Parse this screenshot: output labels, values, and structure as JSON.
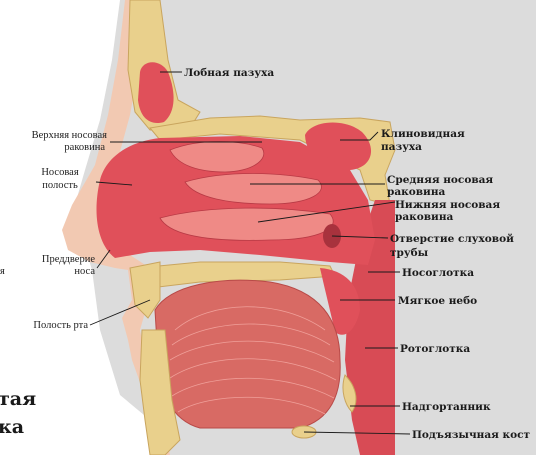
{
  "labels": {
    "frontal_sinus": "Лобная пазуха",
    "superior_concha_1": "Верхняя носовая",
    "superior_concha_2": "раковина",
    "nasal_cavity_1": "Носовая",
    "nasal_cavity_2": "полость",
    "sphenoid_sinus_1": "Клиновидная",
    "sphenoid_sinus_2": "пазуха",
    "middle_concha_1": "Средняя носовая",
    "middle_concha_2": "раковина",
    "inferior_concha_1": "Нижняя носовая",
    "inferior_concha_2": "раковина",
    "tube_opening_1": "Отверстие слуховой",
    "tube_opening_2": "трубы",
    "nasopharynx": "Носоглотка",
    "nasal_vestibule_1": "Преддверие",
    "nasal_vestibule_2": "носа",
    "soft_palate": "Мягкое небо",
    "oral_cavity": "Полость рта",
    "oropharynx": "Ротоглотка",
    "epiglottis": "Надгортанник",
    "hyoid_bone": "Подъязычная кост"
  },
  "fragments": {
    "left_edge": "я",
    "heading_1": "тая",
    "heading_2": "ка"
  },
  "colors": {
    "bone": "#e9d08c",
    "bone_edge": "#c9a55e",
    "mucosa": "#e0505a",
    "mucosa_light": "#ef8a86",
    "muscle": "#d86a64",
    "skin": "#f2c9b2",
    "background_panel": "#dcdcdc"
  }
}
